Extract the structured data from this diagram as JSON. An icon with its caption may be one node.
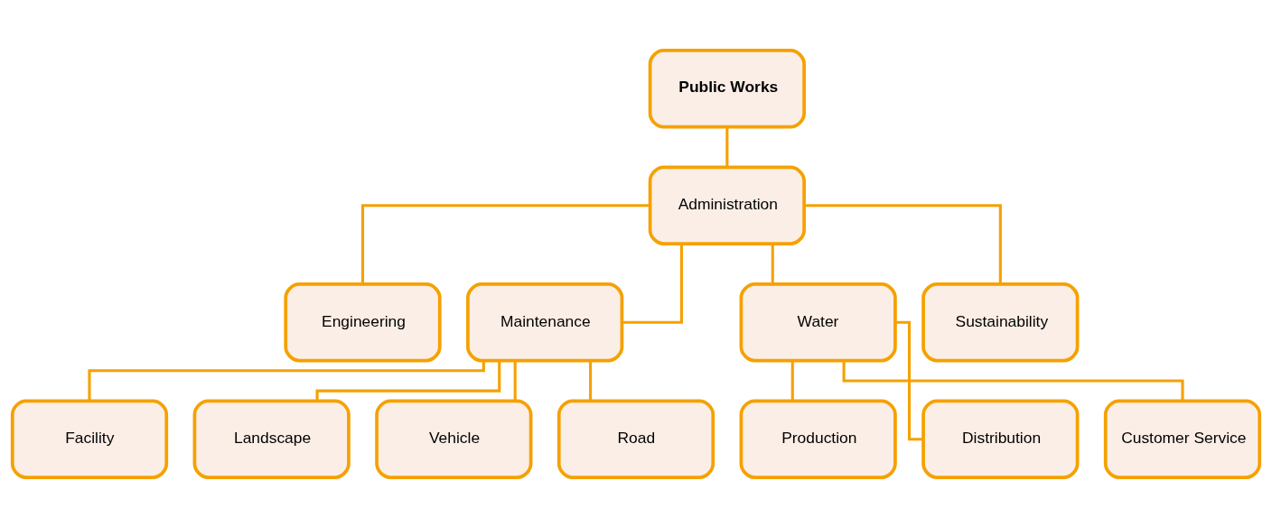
{
  "diagram": {
    "nodes": [
      {
        "text": [
          "Public Works"
        ]
      },
      {
        "text": [
          "Administration"
        ]
      },
      {
        "text": [
          "Engineering"
        ]
      },
      {
        "text": [
          "Maintenance"
        ]
      },
      {
        "text": [
          "Water"
        ]
      },
      {
        "text": [
          "Sustainability"
        ]
      },
      {
        "text": [
          "Facility"
        ]
      },
      {
        "text": [
          "Landscape"
        ]
      },
      {
        "text": [
          "Vehicle"
        ]
      },
      {
        "text": [
          "Road"
        ]
      },
      {
        "text": [
          "Production"
        ]
      },
      {
        "text": [
          "Distribution"
        ]
      },
      {
        "text": [
          "Customer Service"
        ]
      }
    ],
    "edges": [
      {
        "from": 0,
        "to": 1,
        "arrow": "none"
      },
      {
        "from": 1,
        "to": 2,
        "arrow": "none"
      },
      {
        "from": 1,
        "to": 3,
        "arrow": "none"
      },
      {
        "from": 1,
        "to": 4,
        "arrow": "none"
      },
      {
        "from": 1,
        "to": 5,
        "arrow": "none"
      },
      {
        "from": 3,
        "to": 6,
        "arrow": "none"
      },
      {
        "from": 3,
        "to": 7,
        "arrow": "none"
      },
      {
        "from": 3,
        "to": 8,
        "arrow": "none"
      },
      {
        "from": 3,
        "to": 9,
        "arrow": "none"
      },
      {
        "from": 4,
        "to": 10,
        "arrow": "none"
      },
      {
        "from": 4,
        "to": 11,
        "arrow": "none"
      },
      {
        "from": 4,
        "to": 12,
        "arrow": "none"
      }
    ]
  }
}
